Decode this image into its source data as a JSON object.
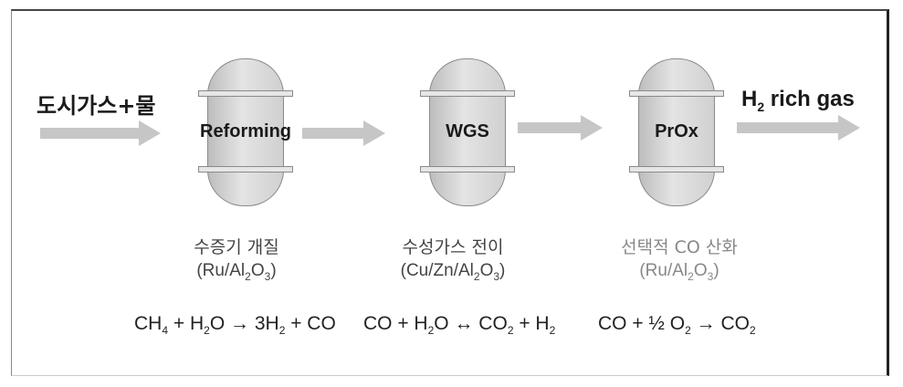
{
  "input_label": "도시가스+물",
  "output_label": {
    "prefix": "H",
    "sub": "2",
    "suffix": " rich gas"
  },
  "reactors": [
    {
      "label": "Reforming",
      "name_kr": "수증기 개질",
      "catalyst": {
        "pre": "(Ru/Al",
        "s1": "2",
        "mid": "O",
        "s2": "3",
        "post": ")"
      }
    },
    {
      "label": "WGS",
      "name_kr": "수성가스 전이",
      "catalyst": {
        "pre": "(Cu/Zn/Al",
        "s1": "2",
        "mid": "O",
        "s2": "3",
        "post": ")"
      }
    },
    {
      "label": "PrOx",
      "name_kr": "선택적 CO 산화",
      "catalyst": {
        "pre": "(Ru/Al",
        "s1": "2",
        "mid": "O",
        "s2": "3",
        "post": ")"
      }
    }
  ],
  "equations": [
    {
      "parts": [
        "CH",
        "4",
        " + H",
        "2",
        "O → 3H",
        "2",
        " + CO"
      ]
    },
    {
      "parts": [
        "CO + H",
        "2",
        "O ↔ CO",
        "2",
        " + H",
        "2",
        ""
      ]
    },
    {
      "parts": [
        "CO + ½ O",
        "2",
        " → CO",
        "2",
        "",
        "",
        ""
      ]
    }
  ],
  "colors": {
    "arrow": "#c6c6c6",
    "reactor": "#d4d4d4",
    "reactor_border": "#8a8a8a"
  }
}
